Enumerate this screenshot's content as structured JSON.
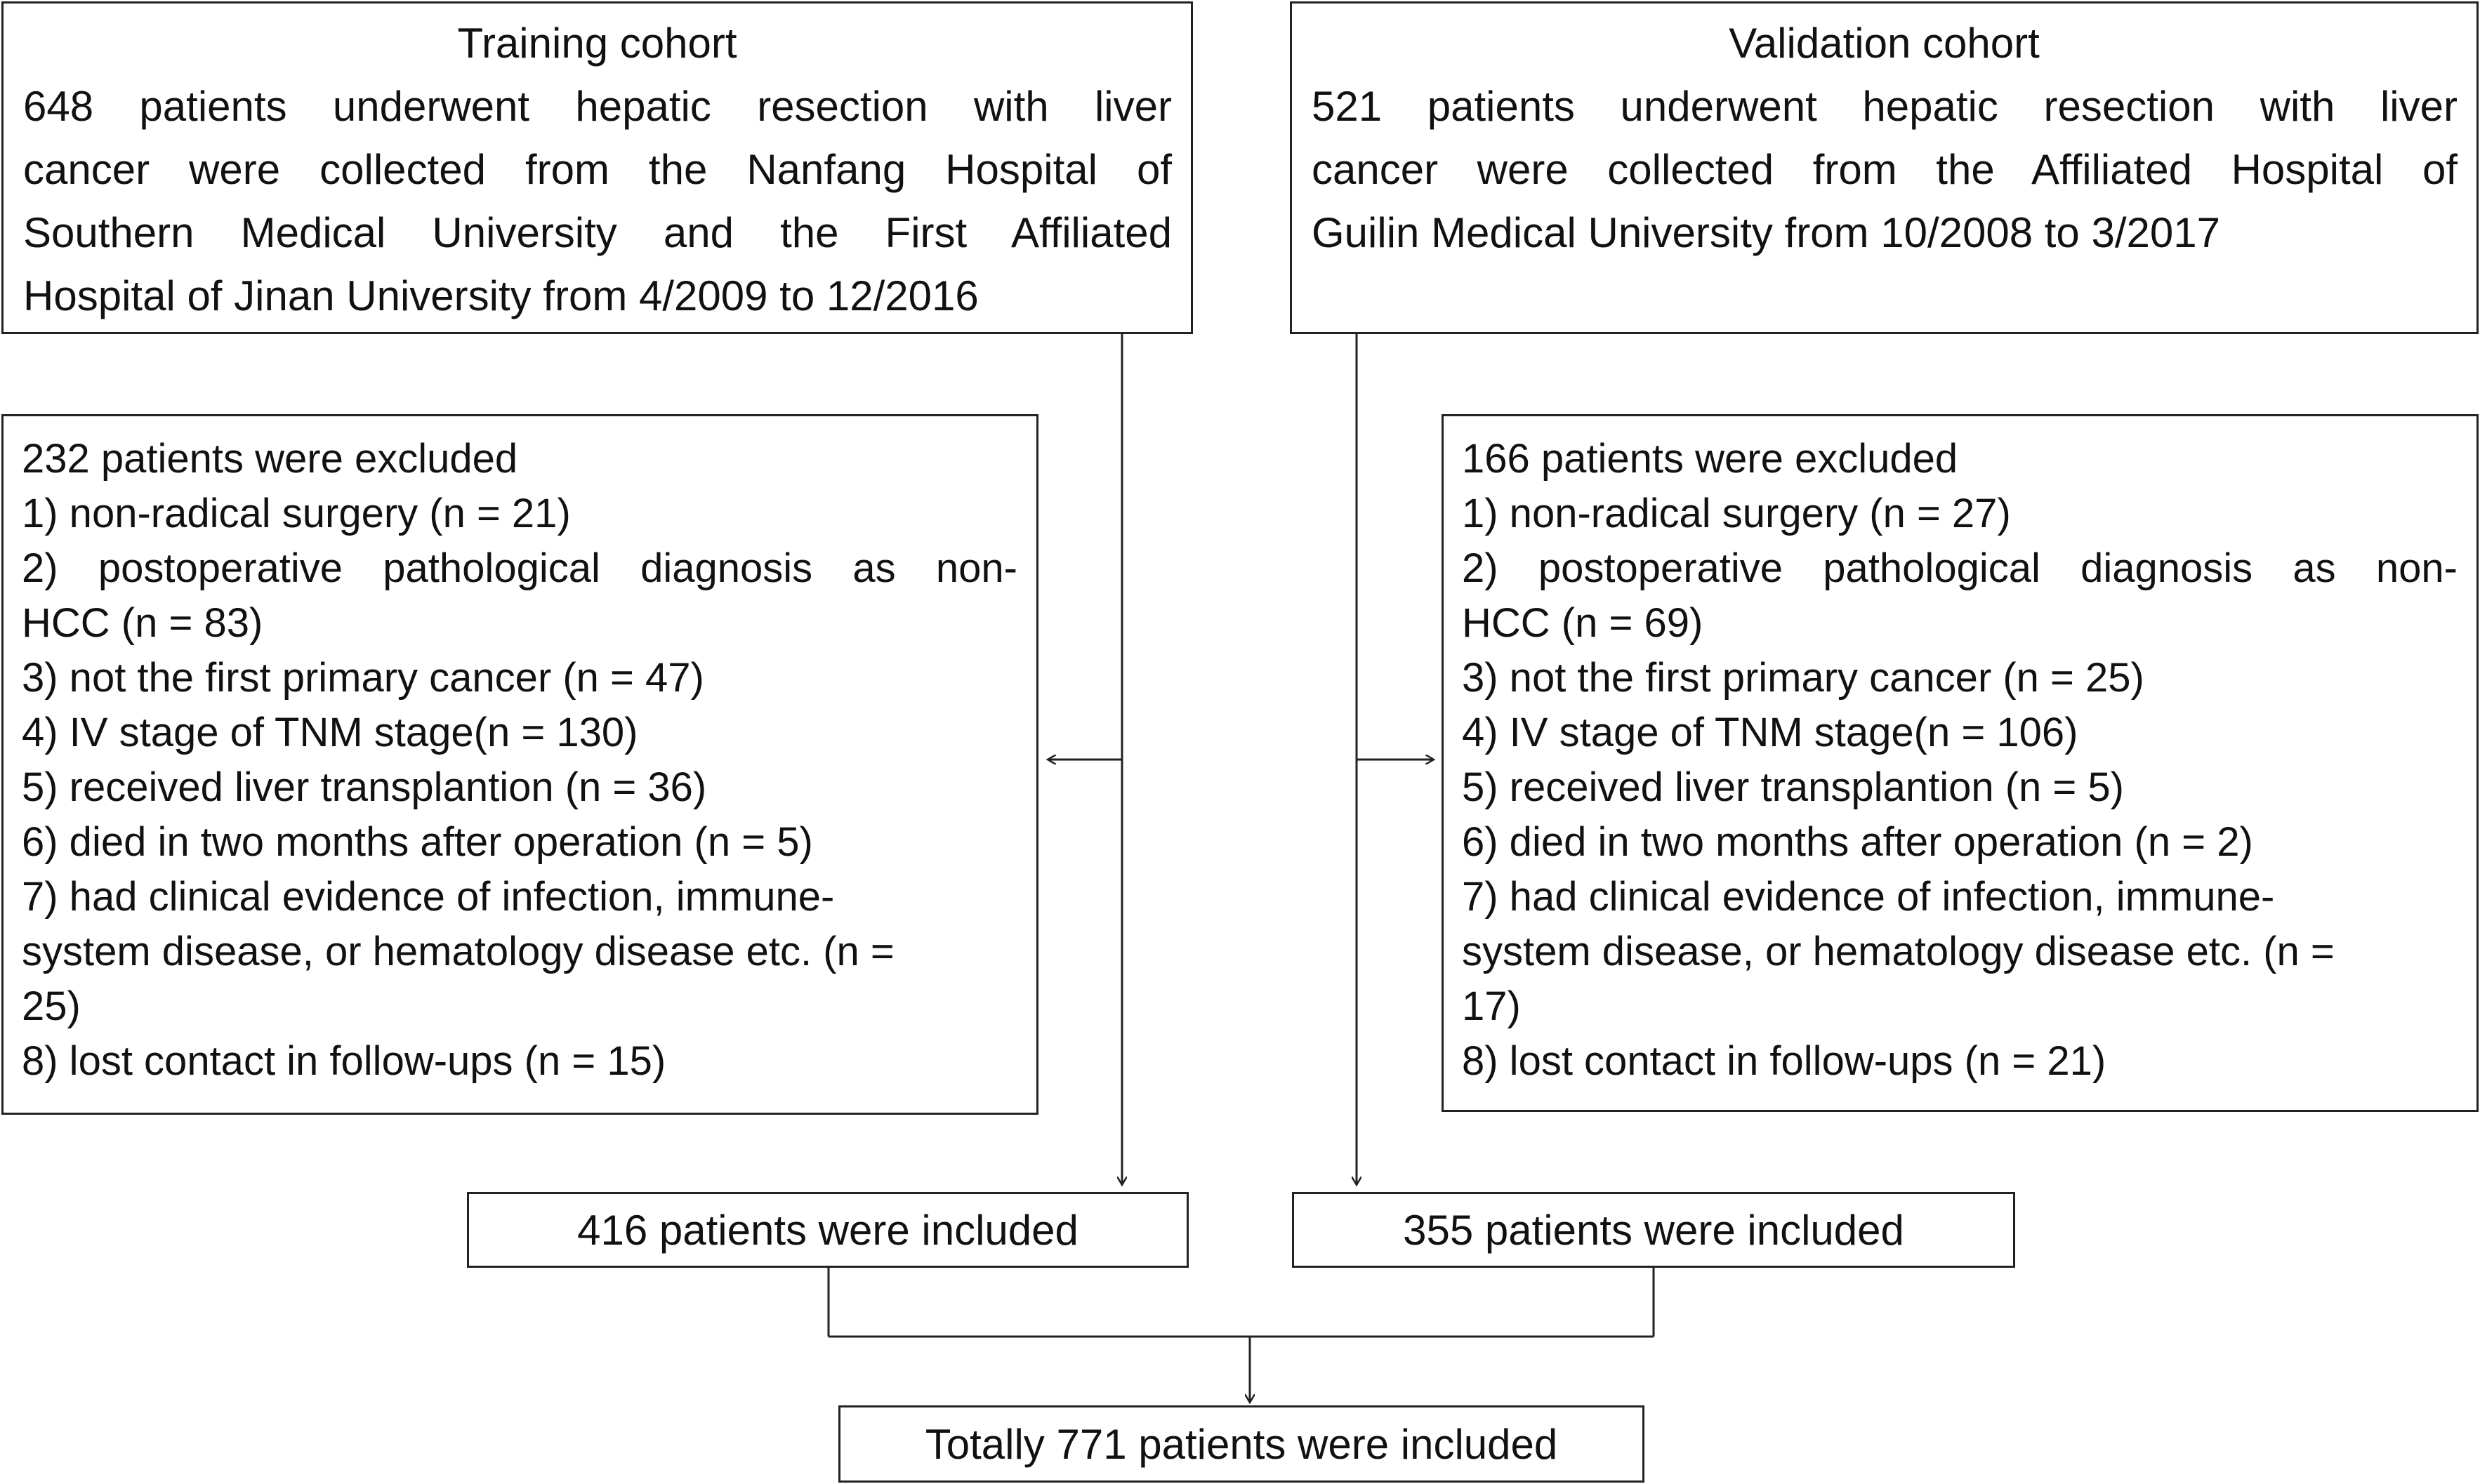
{
  "training": {
    "title": "Training cohort",
    "desc_lines": [
      "648 patients underwent hepatic resection with liver",
      "cancer were collected from the Nanfang Hospital of",
      "Southern Medical University and the First Affiliated",
      "Hospital of Jinan University from 4/2009 to 12/2016"
    ],
    "excluded_lines": [
      "232 patients were excluded",
      "1) non-radical surgery (n = 21)",
      "2) postoperative pathological diagnosis as non-",
      "HCC (n = 83)",
      "3) not the first primary cancer (n = 47)",
      "4) IV stage of TNM stage(n = 130)",
      "5) received liver transplantion (n = 36)",
      "6) died in two months after operation (n = 5)",
      "7) had clinical evidence of infection, immune-",
      "system disease, or hematology disease etc. (n =",
      "25)",
      "8) lost contact in follow-ups (n = 15)"
    ],
    "included": "416 patients were included"
  },
  "validation": {
    "title": "Validation cohort",
    "desc_lines": [
      "521 patients underwent hepatic resection with liver",
      "cancer were collected from the Affiliated Hospital of",
      "Guilin Medical University from 10/2008 to 3/2017"
    ],
    "excluded_lines": [
      "166 patients were excluded",
      "1) non-radical surgery (n = 27)",
      "2) postoperative pathological diagnosis as non-",
      "HCC (n = 69)",
      "3) not the first primary cancer (n = 25)",
      "4) IV stage of TNM stage(n = 106)",
      "5) received liver transplantion (n = 5)",
      "6) died in two months after operation (n = 2)",
      "7) had clinical evidence of infection, immune-",
      "system disease, or hematology disease etc. (n =",
      "17)",
      "8) lost contact in follow-ups (n = 21)"
    ],
    "included": "355 patients were included"
  },
  "total": "Totally 771 patients were included"
}
